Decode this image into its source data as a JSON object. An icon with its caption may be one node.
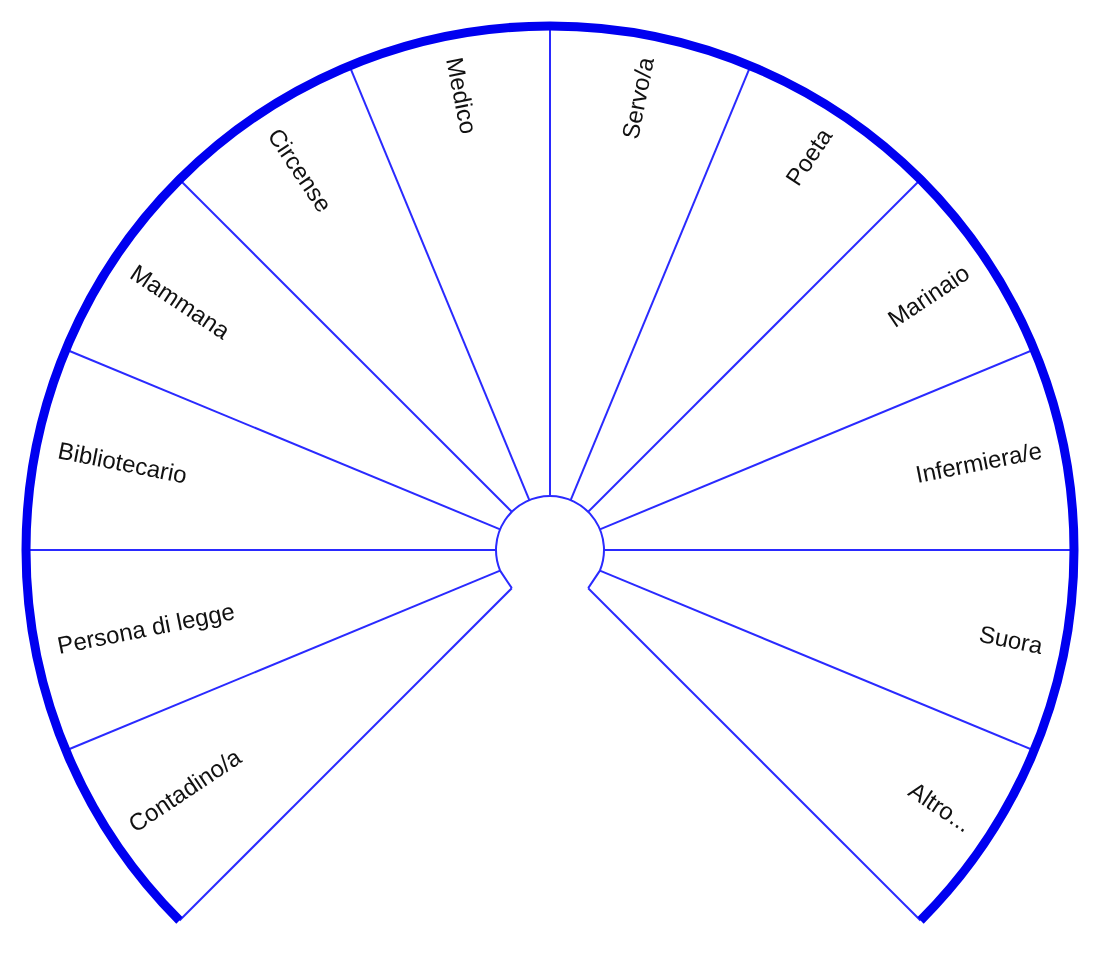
{
  "diagram": {
    "nodes": [
      {
        "text": [
          "Contadino/a"
        ]
      },
      {
        "text": [
          "Persona di legge"
        ]
      },
      {
        "text": [
          "Bibliotecario"
        ]
      },
      {
        "text": [
          "Mammana"
        ]
      },
      {
        "text": [
          "Circense"
        ]
      },
      {
        "text": [
          "Medico"
        ]
      },
      {
        "text": [
          "Servo/a"
        ]
      },
      {
        "text": [
          "Poeta"
        ]
      },
      {
        "text": [
          "Marinaio"
        ]
      },
      {
        "text": [
          "Infermiera/e"
        ]
      },
      {
        "text": [
          "Suora"
        ]
      },
      {
        "text": [
          "Altro..."
        ]
      }
    ]
  }
}
